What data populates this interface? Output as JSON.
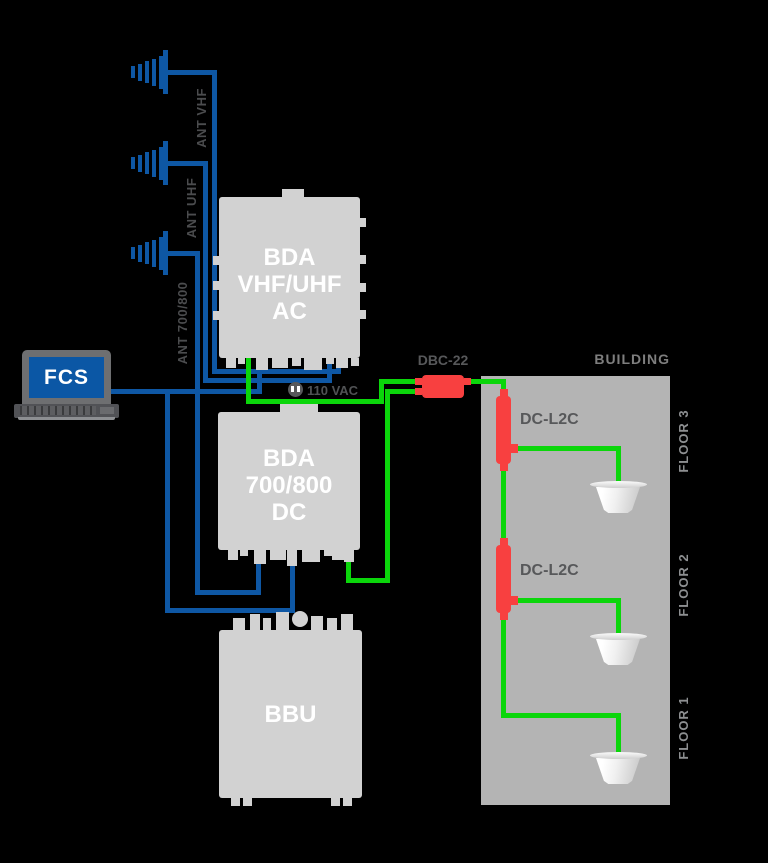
{
  "diagram": {
    "rooftop_antennas": [
      {
        "label": "ANT VHF"
      },
      {
        "label": "ANT UHF"
      },
      {
        "label": "ANT 700/800"
      }
    ],
    "laptop": {
      "label": "FCS"
    },
    "power": {
      "label": "110 VAC"
    },
    "splitter": {
      "label": "DBC-22"
    },
    "bda_ac": {
      "line1": "BDA",
      "line2": "VHF/UHF",
      "line3": "AC"
    },
    "bda_dc": {
      "line1": "BDA",
      "line2": "700/800",
      "line3": "DC"
    },
    "bbu": {
      "label": "BBU"
    },
    "building": {
      "label": "BUILDING",
      "floors": [
        {
          "label": "FLOOR 3"
        },
        {
          "label": "FLOOR 2"
        },
        {
          "label": "FLOOR 1"
        }
      ],
      "couplers": [
        {
          "label": "DC-L2C"
        },
        {
          "label": "DC-L2C"
        }
      ]
    },
    "colors": {
      "wire_blue": "#0e57a4",
      "wire_green": "#0bd60b",
      "component_red": "#f84040",
      "box_gray": "#d2d2d2",
      "building_gray": "#b4b4b4"
    }
  }
}
